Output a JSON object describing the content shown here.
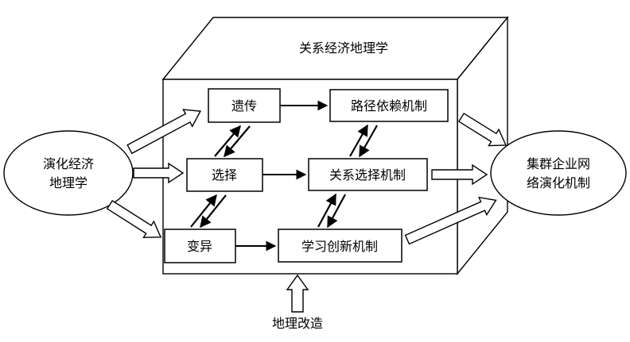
{
  "diagram": {
    "cube_title": "关系经济地理学",
    "left_ellipse": {
      "line1": "演化经济",
      "line2": "地理学"
    },
    "right_ellipse": {
      "line1": "集群企业网",
      "line2": "络演化机制"
    },
    "boxes": {
      "heredity": "遗传",
      "selection": "选择",
      "variation": "变异",
      "path_dependence": "路径依赖机制",
      "relation_selection": "关系选择机制",
      "learning_innovation": "学习创新机制"
    },
    "bottom_label": "地理改造"
  }
}
